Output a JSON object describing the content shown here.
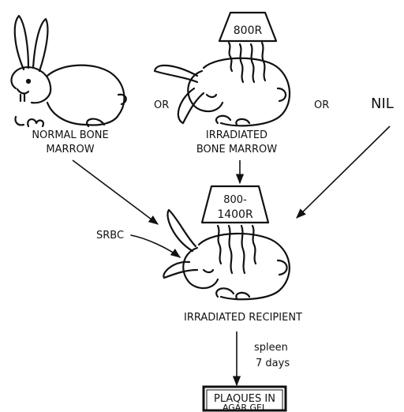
{
  "source_labels": {
    "normal_line1": "NORMAL BONE",
    "normal_line2": "MARROW",
    "irradiated_line1": "IRRADIATED",
    "irradiated_line2": "BONE MARROW",
    "nil": "NIL",
    "or_left": "OR",
    "or_right": "OR"
  },
  "donor_dose": "800R",
  "recipient_dose_line1": "800-",
  "recipient_dose_line2": "1400R",
  "srbc": "SRBC",
  "recipient_label": "IRRADIATED RECIPIENT",
  "step_line1": "spleen",
  "step_line2": "7 days",
  "result_line1": "PLAQUES IN",
  "result_line2": "AGAR GEL"
}
